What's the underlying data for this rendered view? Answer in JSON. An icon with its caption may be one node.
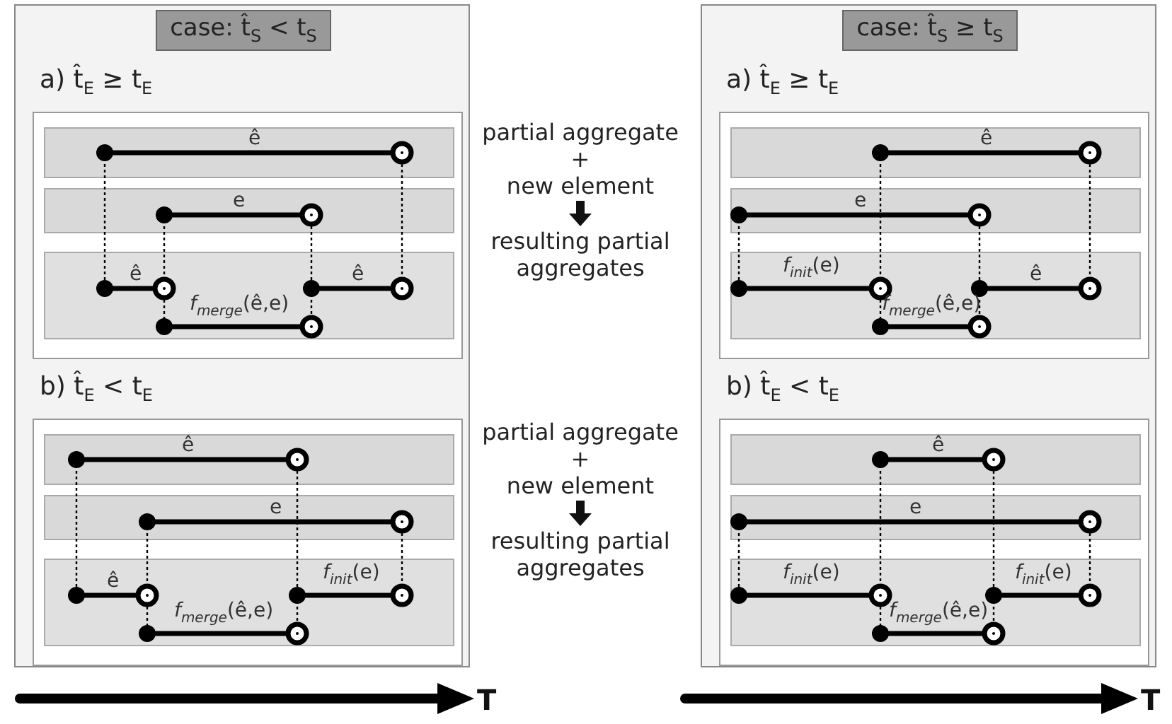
{
  "diagram": {
    "nodes": [
      {
        "text": [
          "case: t̂$_{S}$ < t$_{S}$"
        ]
      },
      {
        "text": [
          "a) t̂$_{E}$ ≥ t$_{E}$"
        ],
        "in": 0
      },
      {
        "text": [
          "ê"
        ],
        "in": 1
      },
      {
        "text": [
          "e"
        ],
        "in": 1
      },
      {
        "text": [
          "ê",
          "ê",
          "*f*$_{merge}$(ê,e)"
        ],
        "in": 1
      },
      {
        "text": [
          "b) t̂$_{E}$ < t$_{E}$"
        ],
        "in": 0
      },
      {
        "text": [
          "ê"
        ],
        "in": 5
      },
      {
        "text": [
          "e"
        ],
        "in": 5
      },
      {
        "text": [
          "ê",
          "*f*$_{init}$(e)",
          "*f*$_{merge}$(ê,e)"
        ],
        "in": 5
      },
      {
        "text": [
          "case: t̂$_{S}$ ≥ t$_{S}$"
        ]
      },
      {
        "text": [
          "a) t̂$_{E}$ ≥ t$_{E}$"
        ],
        "in": 9
      },
      {
        "text": [
          "ê"
        ],
        "in": 10
      },
      {
        "text": [
          "e"
        ],
        "in": 10
      },
      {
        "text": [
          "*f*$_{init}$(e)",
          "ê",
          "*f*$_{merge}$(ê,e)"
        ],
        "in": 10
      },
      {
        "text": [
          "b) t̂$_{E}$ < t$_{E}$"
        ],
        "in": 9
      },
      {
        "text": [
          "ê"
        ],
        "in": 14
      },
      {
        "text": [
          "e"
        ],
        "in": 14
      },
      {
        "text": [
          "*f*$_{init}$(e)",
          "*f*$_{init}$(e)",
          "*f*$_{merge}$(ê,e)"
        ],
        "in": 14
      }
    ],
    "edges": [],
    "labels": [
      "partial aggregate",
      "+",
      "new element",
      "resulting partial aggregates",
      "partial aggregate",
      "+",
      "new element",
      "resulting partial aggregates",
      "T",
      "T"
    ]
  }
}
